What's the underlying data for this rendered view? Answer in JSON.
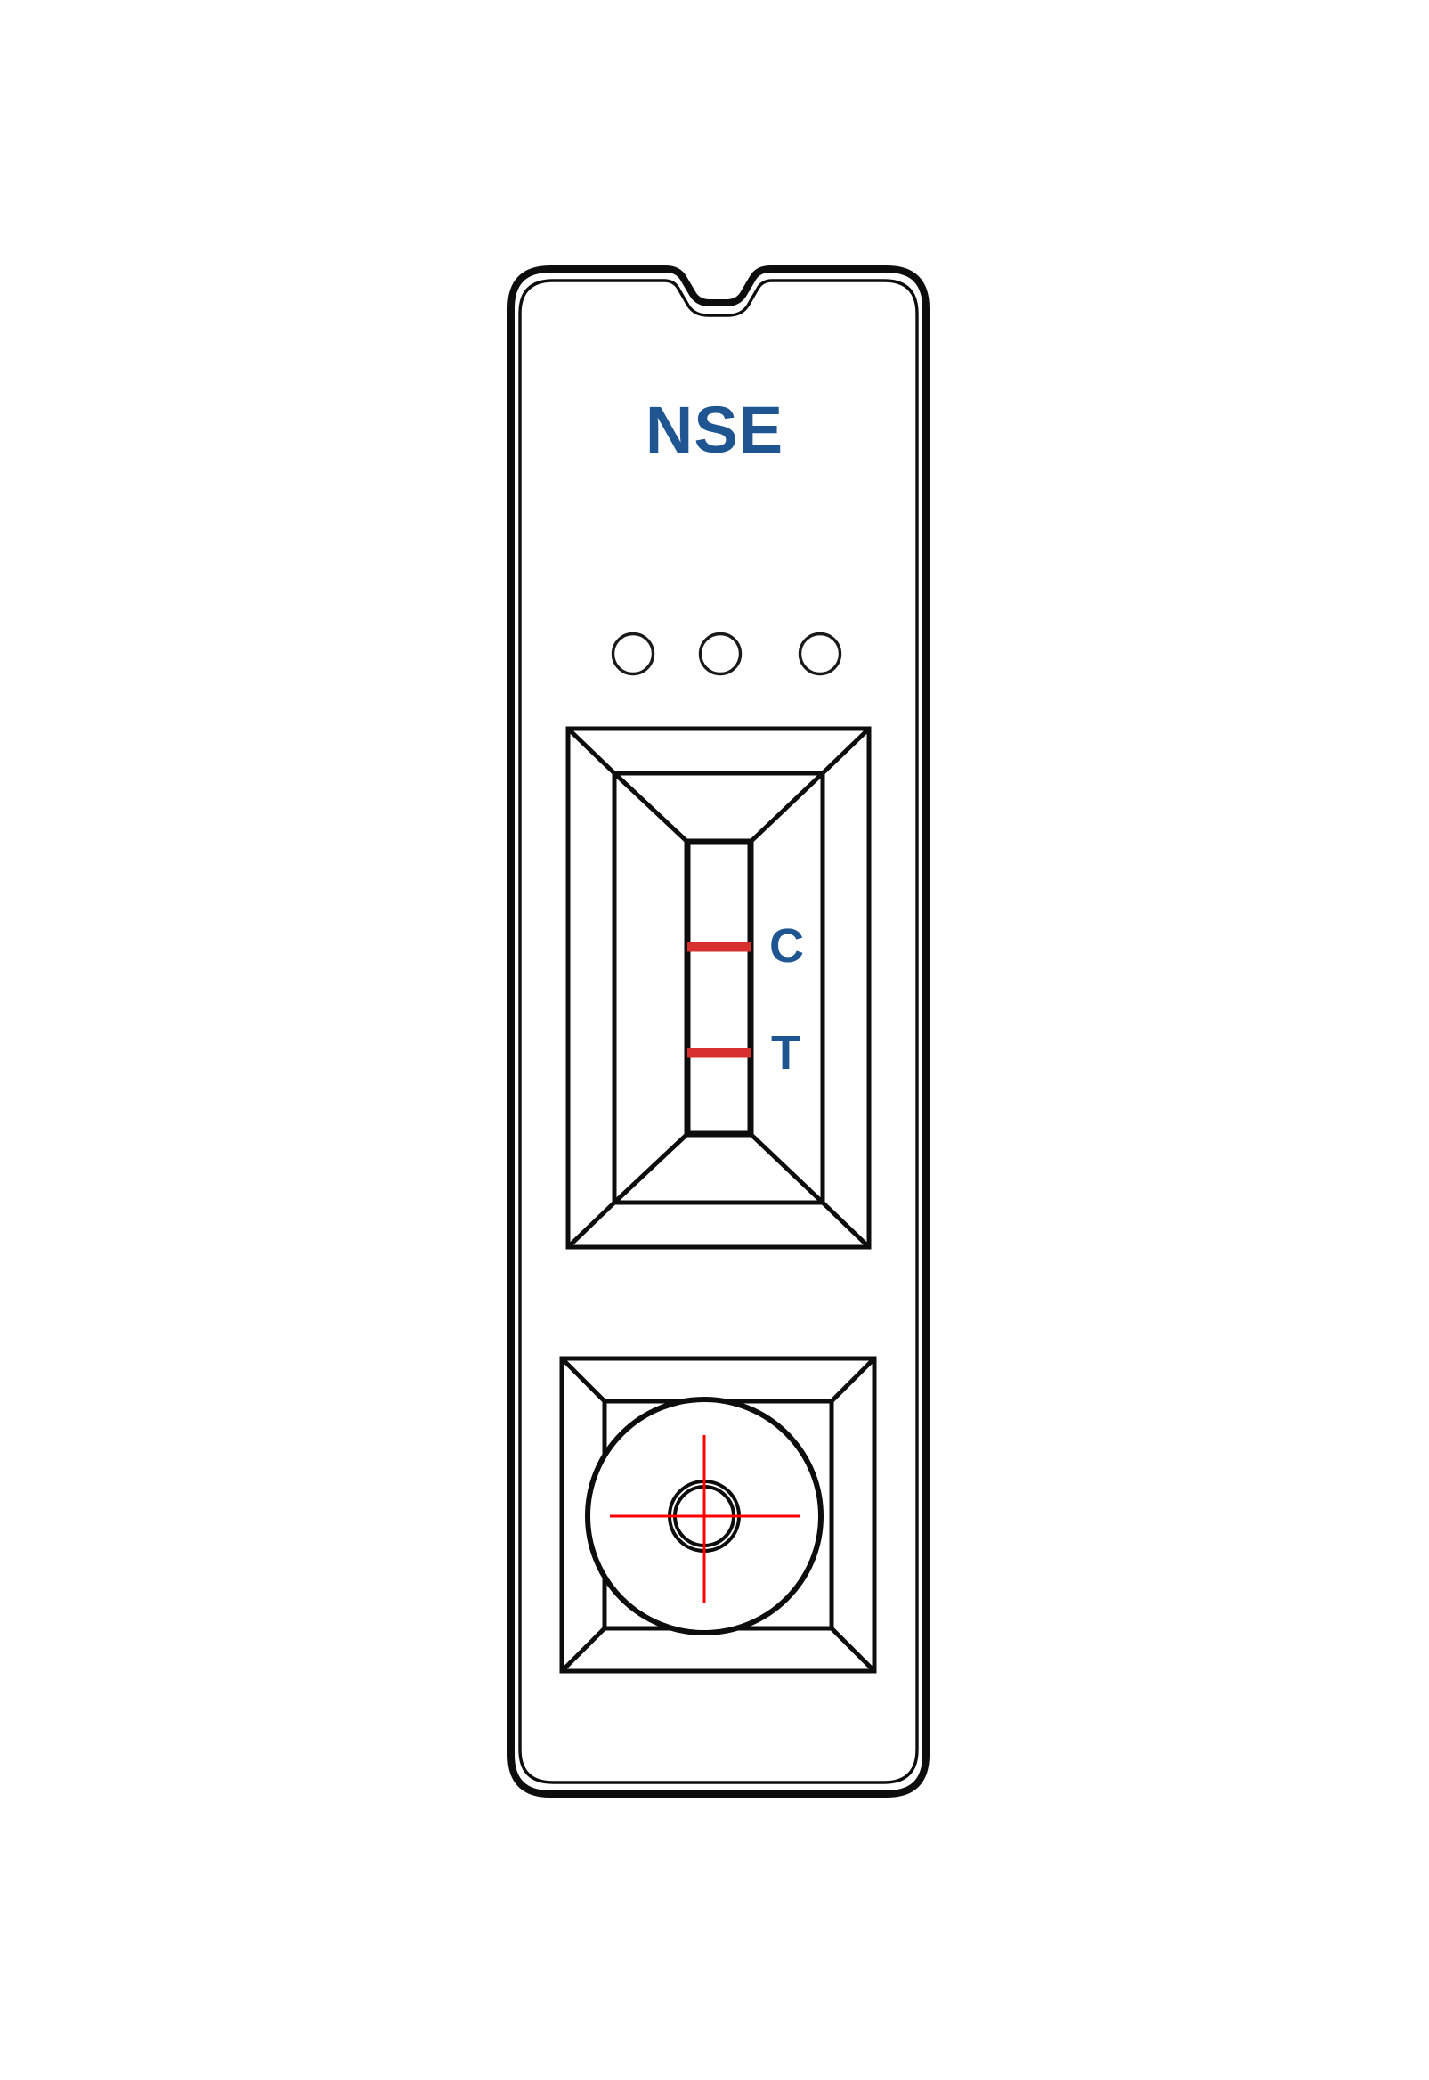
{
  "device": {
    "type": "lateral-flow-rapid-test-cassette",
    "brand_label": "NSE",
    "brand_color": "#1f5590",
    "body_outline_color": "#0d0d0d",
    "body_fill": "#ffffff",
    "background": "#ffffff"
  },
  "result_window": {
    "name": "result-window",
    "lines": [
      {
        "id": "control",
        "letter": "C",
        "label_color": "#1f5590",
        "band_color": "#d8302f",
        "visible": true
      },
      {
        "id": "test",
        "letter": "T",
        "label_color": "#1f5590",
        "band_color": "#d8302f",
        "visible": true
      }
    ]
  },
  "sample_well": {
    "name": "sample-well",
    "crosshair_color": "#ff0000",
    "well_outline_color": "#0d0d0d"
  },
  "vent_holes": {
    "name": "vent-holes",
    "count": 3,
    "outline_color": "#1a1a1a"
  }
}
